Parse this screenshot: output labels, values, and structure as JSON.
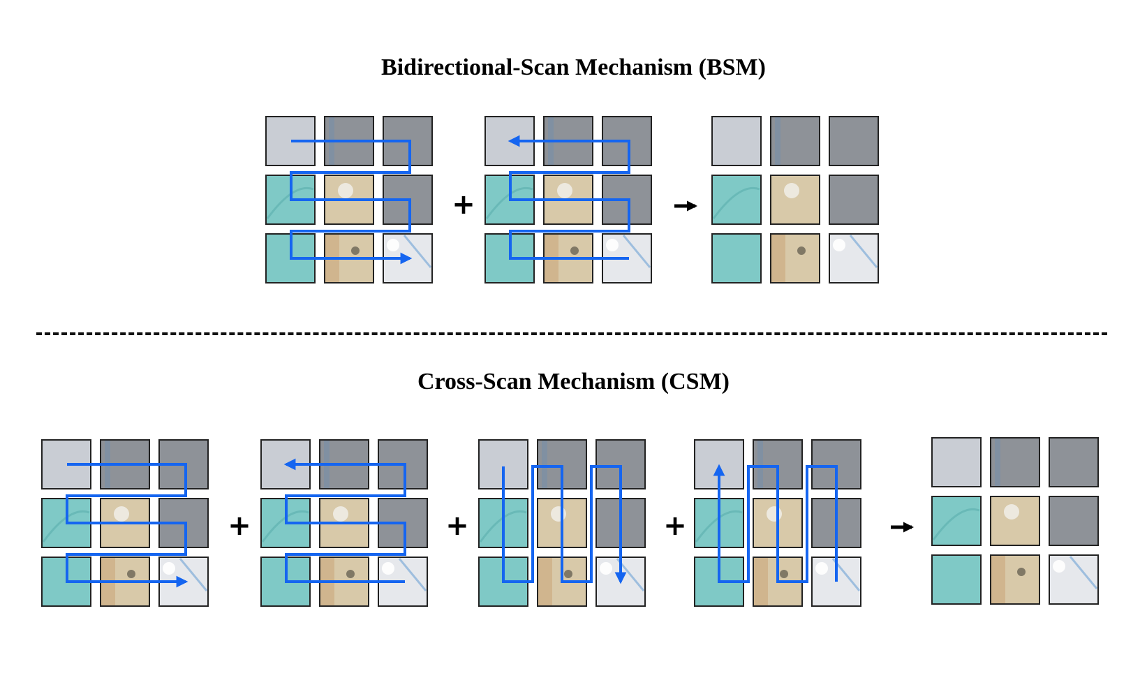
{
  "bsm": {
    "title": "Bidirectional-Scan Mechanism (BSM)",
    "scans": [
      "forward-snake",
      "backward-snake"
    ],
    "operators": [
      "+",
      "→"
    ]
  },
  "csm": {
    "title": "Cross-Scan Mechanism (CSM)",
    "scans": [
      "row-snake-forward",
      "row-snake-backward",
      "column-snake-forward",
      "column-snake-backward"
    ],
    "operators": [
      "+",
      "+",
      "+",
      "→"
    ]
  },
  "colors": {
    "arrow": "#1565F0",
    "tile_border": "#222222",
    "patch_gray_light": "#C9CDD4",
    "patch_gray_dark": "#8E9298",
    "patch_teal": "#7FC9C6",
    "patch_beige": "#D8C9A9",
    "patch_white": "#E6E8EC"
  }
}
